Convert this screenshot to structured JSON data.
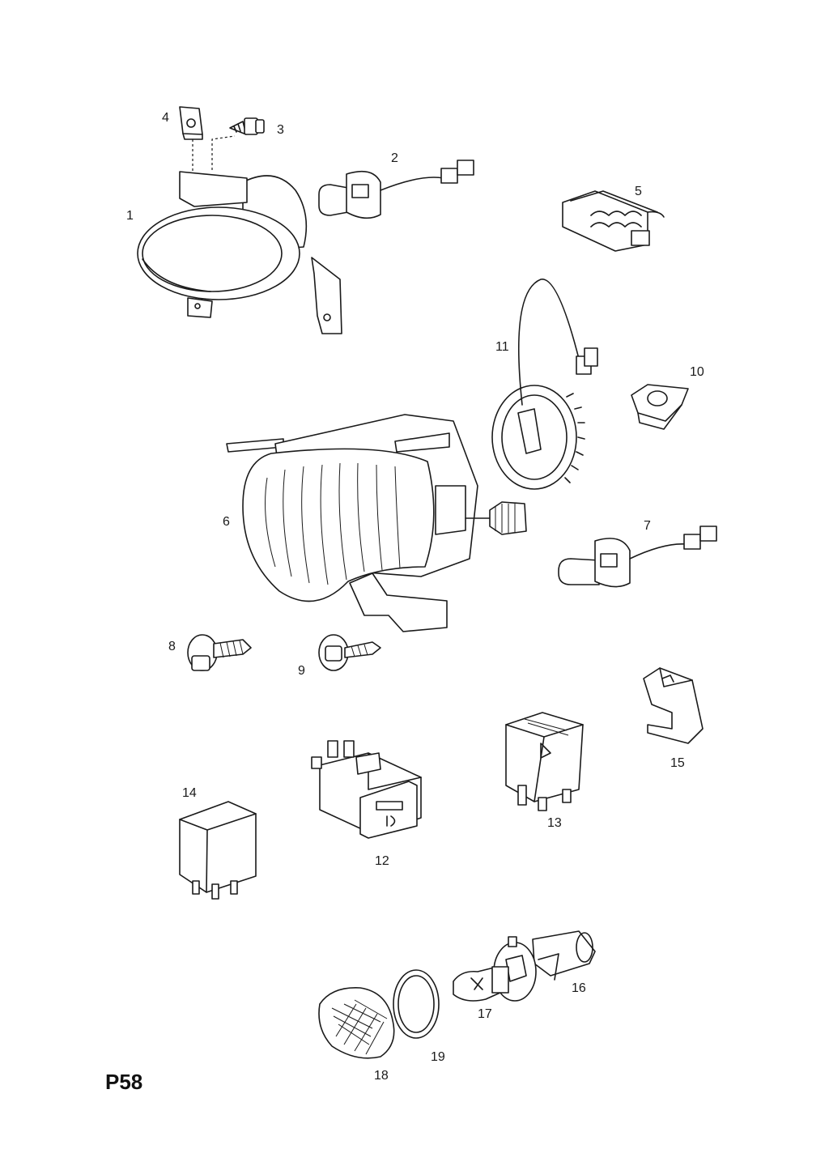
{
  "page_code": "P58",
  "parts": [
    {
      "number": "1",
      "icon": "oval-fog-lamp-icon"
    },
    {
      "number": "2",
      "icon": "bulb-with-wire-icon"
    },
    {
      "number": "3",
      "icon": "screw-icon"
    },
    {
      "number": "4",
      "icon": "clip-nut-icon"
    },
    {
      "number": "5",
      "icon": "wiring-connector-icon"
    },
    {
      "number": "6",
      "icon": "fog-lamp-housing-icon"
    },
    {
      "number": "7",
      "icon": "bulb-with-wire-icon"
    },
    {
      "number": "8",
      "icon": "self-tapping-screw-icon"
    },
    {
      "number": "9",
      "icon": "flange-screw-icon"
    },
    {
      "number": "10",
      "icon": "spring-nut-icon"
    },
    {
      "number": "11",
      "icon": "bulb-holder-ring-icon"
    },
    {
      "number": "12",
      "icon": "fog-lamp-switch-icon"
    },
    {
      "number": "13",
      "icon": "relay-icon"
    },
    {
      "number": "14",
      "icon": "relay-icon"
    },
    {
      "number": "15",
      "icon": "bracket-cap-icon"
    },
    {
      "number": "16",
      "icon": "lamp-socket-icon"
    },
    {
      "number": "17",
      "icon": "wedge-bulb-icon"
    },
    {
      "number": "18",
      "icon": "side-indicator-lens-icon"
    },
    {
      "number": "19",
      "icon": "seal-ring-icon"
    }
  ]
}
